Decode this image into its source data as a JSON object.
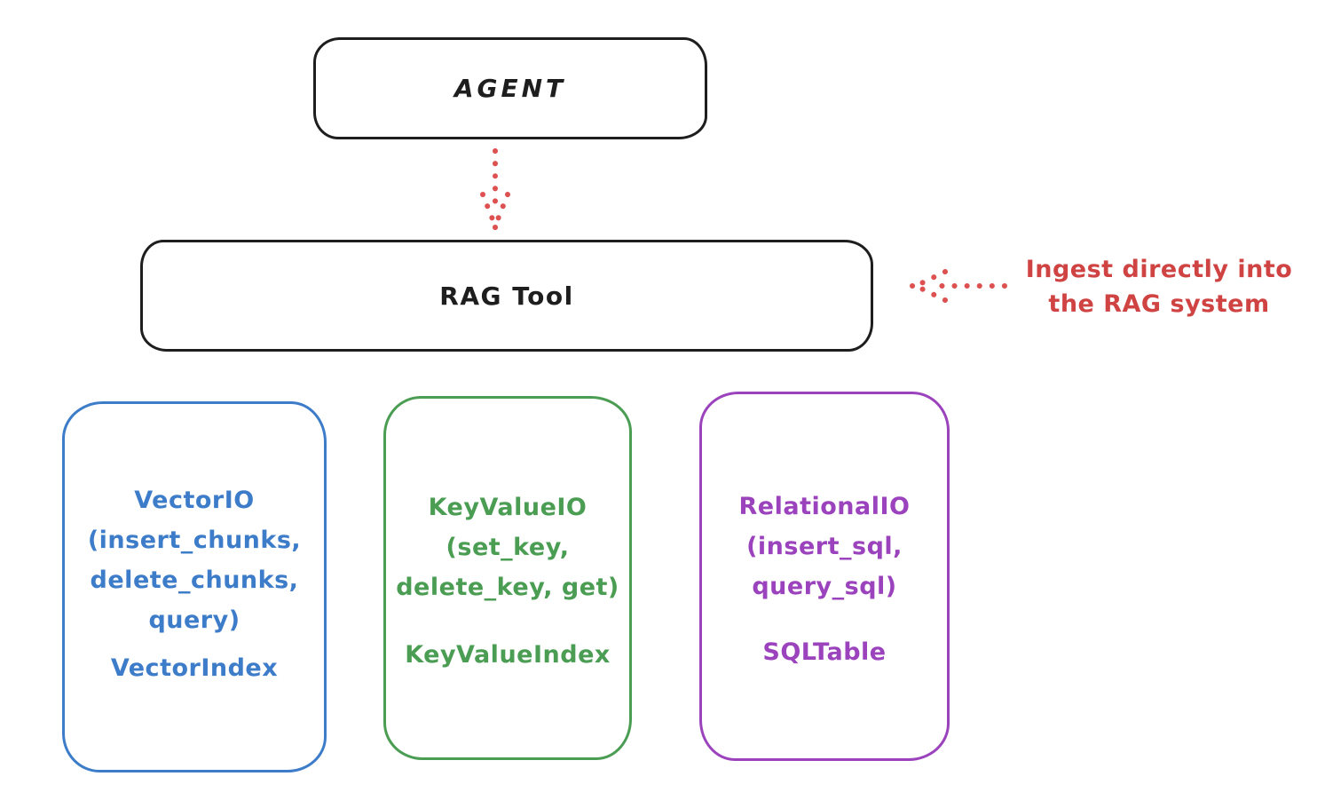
{
  "agent": {
    "label": "AGENT"
  },
  "rag_tool": {
    "label": "RAG Tool"
  },
  "annotation": {
    "line1": "Ingest directly into",
    "line2": "the RAG system"
  },
  "storage_boxes": [
    {
      "name": "vector-io",
      "lines": [
        "VectorIO",
        "(insert_chunks,",
        "delete_chunks,",
        "query)"
      ],
      "index": "VectorIndex",
      "color": "#3d7cc9"
    },
    {
      "name": "keyvalue-io",
      "lines": [
        "KeyValueIO",
        "(set_key,",
        "delete_key, get)"
      ],
      "index": "KeyValueIndex",
      "color": "#4a9d53"
    },
    {
      "name": "relational-io",
      "lines": [
        "RelationalIO",
        "(insert_sql,",
        "query_sql)"
      ],
      "index": "SQLTable",
      "color": "#9b42bd"
    }
  ],
  "colors": {
    "outline": "#1e1e1e",
    "red_accent": "#d04343",
    "arrow_red": "#dd5151",
    "vector_blue": "#3d7cc9",
    "keyvalue_green": "#4a9d53",
    "relational_purple": "#9b42bd",
    "background": "#ffffff"
  }
}
